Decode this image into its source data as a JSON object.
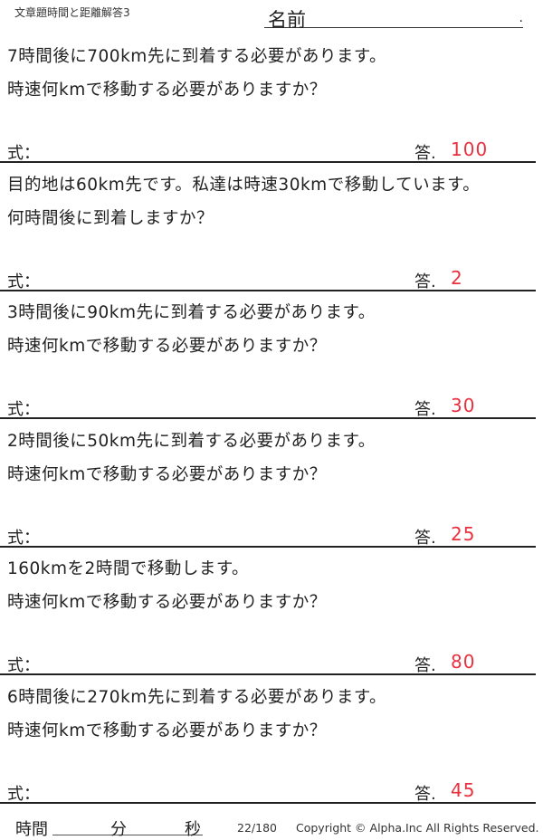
{
  "header": {
    "title": "文章題時間と距離解答3",
    "name_label": "名前",
    "name_dot": "."
  },
  "labels": {
    "formula": "式：",
    "answer": "答."
  },
  "problems": [
    {
      "line1": "7時間後に700km先に到着する必要があります。",
      "line2": "時速何kmで移動する必要がありますか？",
      "answer": "100"
    },
    {
      "line1": "目的地は60km先です。私達は時速30kmで移動しています。",
      "line2": "何時間後に到着しますか？",
      "answer": "2"
    },
    {
      "line1": "3時間後に90km先に到着する必要があります。",
      "line2": "時速何kmで移動する必要がありますか？",
      "answer": "30"
    },
    {
      "line1": "2時間後に50km先に到着する必要があります。",
      "line2": "時速何kmで移動する必要がありますか？",
      "answer": "25"
    },
    {
      "line1": "160kmを2時間で移動します。",
      "line2": "時速何kmで移動する必要がありますか？",
      "answer": "80"
    },
    {
      "line1": "6時間後に270km先に到着する必要があります。",
      "line2": "時速何kmで移動する必要がありますか？",
      "answer": "45"
    }
  ],
  "footer": {
    "time_label": "時間",
    "minutes": "分",
    "seconds": "秒",
    "page": "22/180",
    "copyright": "Copyright ©  Alpha.Inc All Rights Reserved."
  },
  "colors": {
    "answer": "#e8303f"
  }
}
